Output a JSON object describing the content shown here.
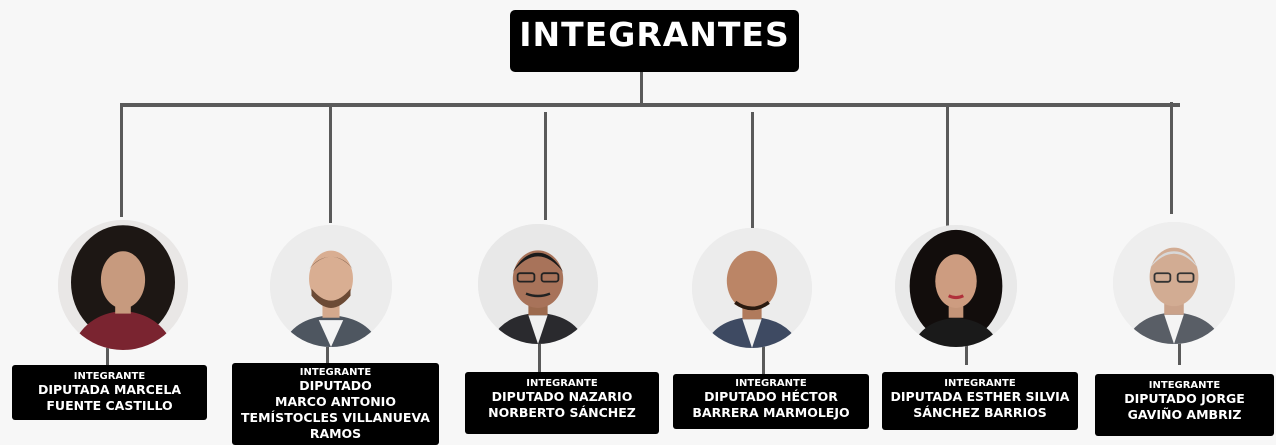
{
  "title": "INTEGRANTES",
  "colors": {
    "box": "#000000",
    "text": "#ffffff",
    "connector": "#5a5a5a",
    "background": "#f7f7f7"
  },
  "members": [
    {
      "role": "INTEGRANTE",
      "name_lines": [
        "DIPUTADA MARCELA",
        "FUENTE CASTILLO"
      ],
      "photo": "portrait-woman-curly-hair"
    },
    {
      "role": "INTEGRANTE",
      "name_lines": [
        "DIPUTADO",
        "MARCO ANTONIO",
        "TEMÍSTOCLES VILLANUEVA",
        "RAMOS"
      ],
      "photo": "portrait-man-beard"
    },
    {
      "role": "INTEGRANTE",
      "name_lines": [
        "DIPUTADO NAZARIO",
        "NORBERTO SÁNCHEZ"
      ],
      "photo": "portrait-man-glasses"
    },
    {
      "role": "INTEGRANTE",
      "name_lines": [
        "DIPUTADO HÉCTOR",
        "BARRERA MARMOLEJO"
      ],
      "photo": "portrait-man-bald"
    },
    {
      "role": "INTEGRANTE",
      "name_lines": [
        "DIPUTADA ESTHER SILVIA",
        "SÁNCHEZ BARRIOS"
      ],
      "photo": "portrait-woman-dark-hair"
    },
    {
      "role": "INTEGRANTE",
      "name_lines": [
        "DIPUTADO JORGE",
        "GAVIÑO AMBRIZ"
      ],
      "photo": "portrait-older-man-glasses"
    }
  ]
}
